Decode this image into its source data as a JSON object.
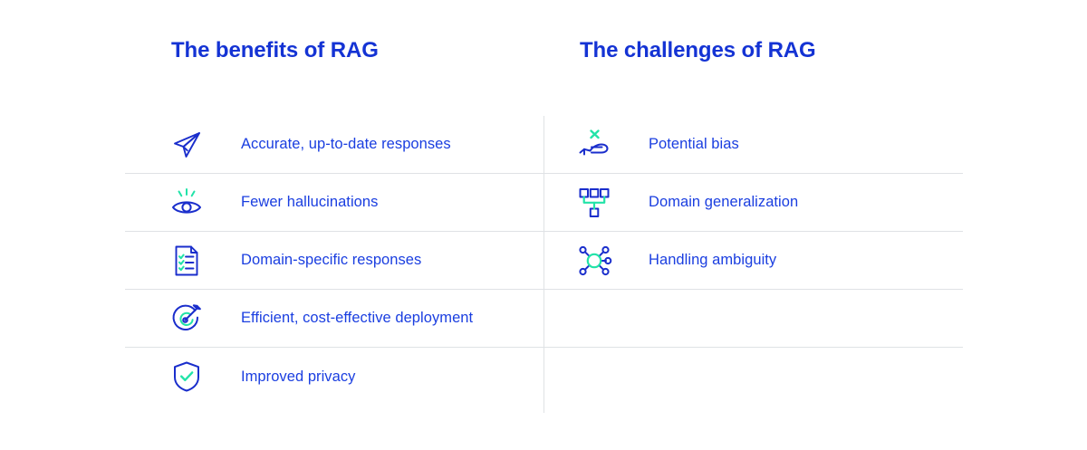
{
  "colors": {
    "heading_blue": "#1433d4",
    "text_blue": "#1a3ee0",
    "icon_blue": "#1a2ecc",
    "icon_green": "#22e3a8",
    "divider": "#dfe2e5",
    "background": "#ffffff"
  },
  "columns": [
    {
      "heading": "The benefits of RAG",
      "rows": [
        {
          "icon": "paper-plane-icon",
          "label": "Accurate, up-to-date responses"
        },
        {
          "icon": "eye-insight-icon",
          "label": "Fewer hallucinations"
        },
        {
          "icon": "document-checklist-icon",
          "label": "Domain-specific responses"
        },
        {
          "icon": "target-dart-icon",
          "label": "Efficient, cost-effective deployment"
        },
        {
          "icon": "shield-check-icon",
          "label": "Improved privacy"
        }
      ]
    },
    {
      "heading": "The challenges of RAG",
      "rows": [
        {
          "icon": "hand-x-bias-icon",
          "label": "Potential bias"
        },
        {
          "icon": "hierarchy-nodes-icon",
          "label": "Domain generalization"
        },
        {
          "icon": "network-ambiguity-icon",
          "label": "Handling ambiguity"
        }
      ]
    }
  ]
}
